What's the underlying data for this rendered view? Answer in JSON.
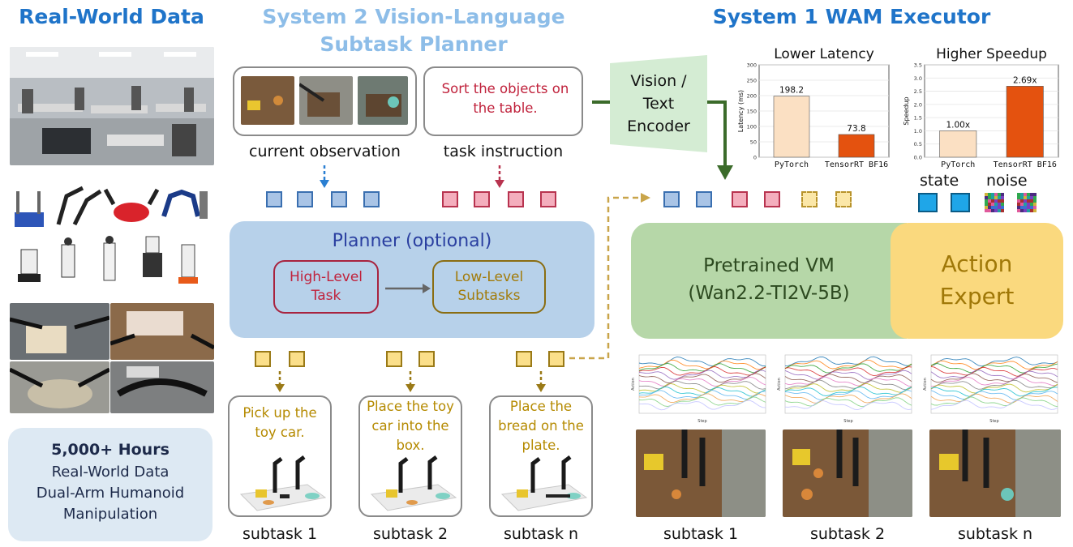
{
  "colors": {
    "left_title": "#1f74c9",
    "system2_title": "#8dbde8",
    "system1_title": "#1f74c9",
    "planner_bg": "#b7d1ea",
    "vm_bg": "#b6d7a8",
    "expert_bg": "#fad97e",
    "instruction_text": "#c0223c",
    "subtask_text": "#b58a00",
    "latency_bar_pytorch": "#fbe0c3",
    "latency_bar_tensorrt": "#e4520f",
    "arrow_green": "#3b6b2a"
  },
  "left": {
    "title": "Real-World Data",
    "stats_line1": "5,000+ Hours",
    "stats_line2": "Real-World Data",
    "stats_line3": "Dual-Arm Humanoid",
    "stats_line4": "Manipulation"
  },
  "system2": {
    "title_line1": "System 2 Vision-Language",
    "title_line2": "Subtask Planner",
    "observation_caption": "current observation",
    "instruction_text": "Sort the objects on the table.",
    "instruction_caption": "task instruction",
    "planner_title": "Planner (optional)",
    "high_level": "High-Level Task",
    "low_level": "Low-Level Subtasks",
    "subtasks": [
      {
        "text": "Pick up the toy car.",
        "caption": "subtask 1"
      },
      {
        "text": "Place the toy car into the box.",
        "caption": "subtask 2"
      },
      {
        "text": "Place the bread on the plate.",
        "caption": "subtask n"
      }
    ]
  },
  "system1": {
    "title": "System 1 WAM Executor",
    "encoder": "Vision / Text Encoder",
    "state_label": "state",
    "noise_label": "noise",
    "vm_line1": "Pretrained VM",
    "vm_line2": "(Wan2.2-TI2V-5B)",
    "expert_line1": "Action",
    "expert_line2": "Expert",
    "subtask_captions": [
      "subtask 1",
      "subtask 2",
      "subtask n"
    ],
    "plot_xlabel": "Step",
    "plot_ylabel": "Action"
  },
  "chart_data": [
    {
      "type": "bar",
      "title": "Lower Latency",
      "ylabel": "Latency (ms)",
      "categories": [
        "PyTorch",
        "TensorRT BF16"
      ],
      "values": [
        198.2,
        73.8
      ],
      "value_labels": [
        "198.2",
        "73.8"
      ],
      "ylim": [
        0,
        300
      ],
      "yticks": [
        0,
        50,
        100,
        150,
        200,
        250,
        300
      ],
      "grid": true
    },
    {
      "type": "bar",
      "title": "Higher Speedup",
      "ylabel": "Speedup",
      "categories": [
        "PyTorch",
        "TensorRT BF16"
      ],
      "values": [
        1.0,
        2.69
      ],
      "value_labels": [
        "1.00x",
        "2.69x"
      ],
      "ylim": [
        0,
        3.5
      ],
      "yticks": [
        0.0,
        0.5,
        1.0,
        1.5,
        2.0,
        2.5,
        3.0,
        3.5
      ],
      "grid": true
    }
  ]
}
